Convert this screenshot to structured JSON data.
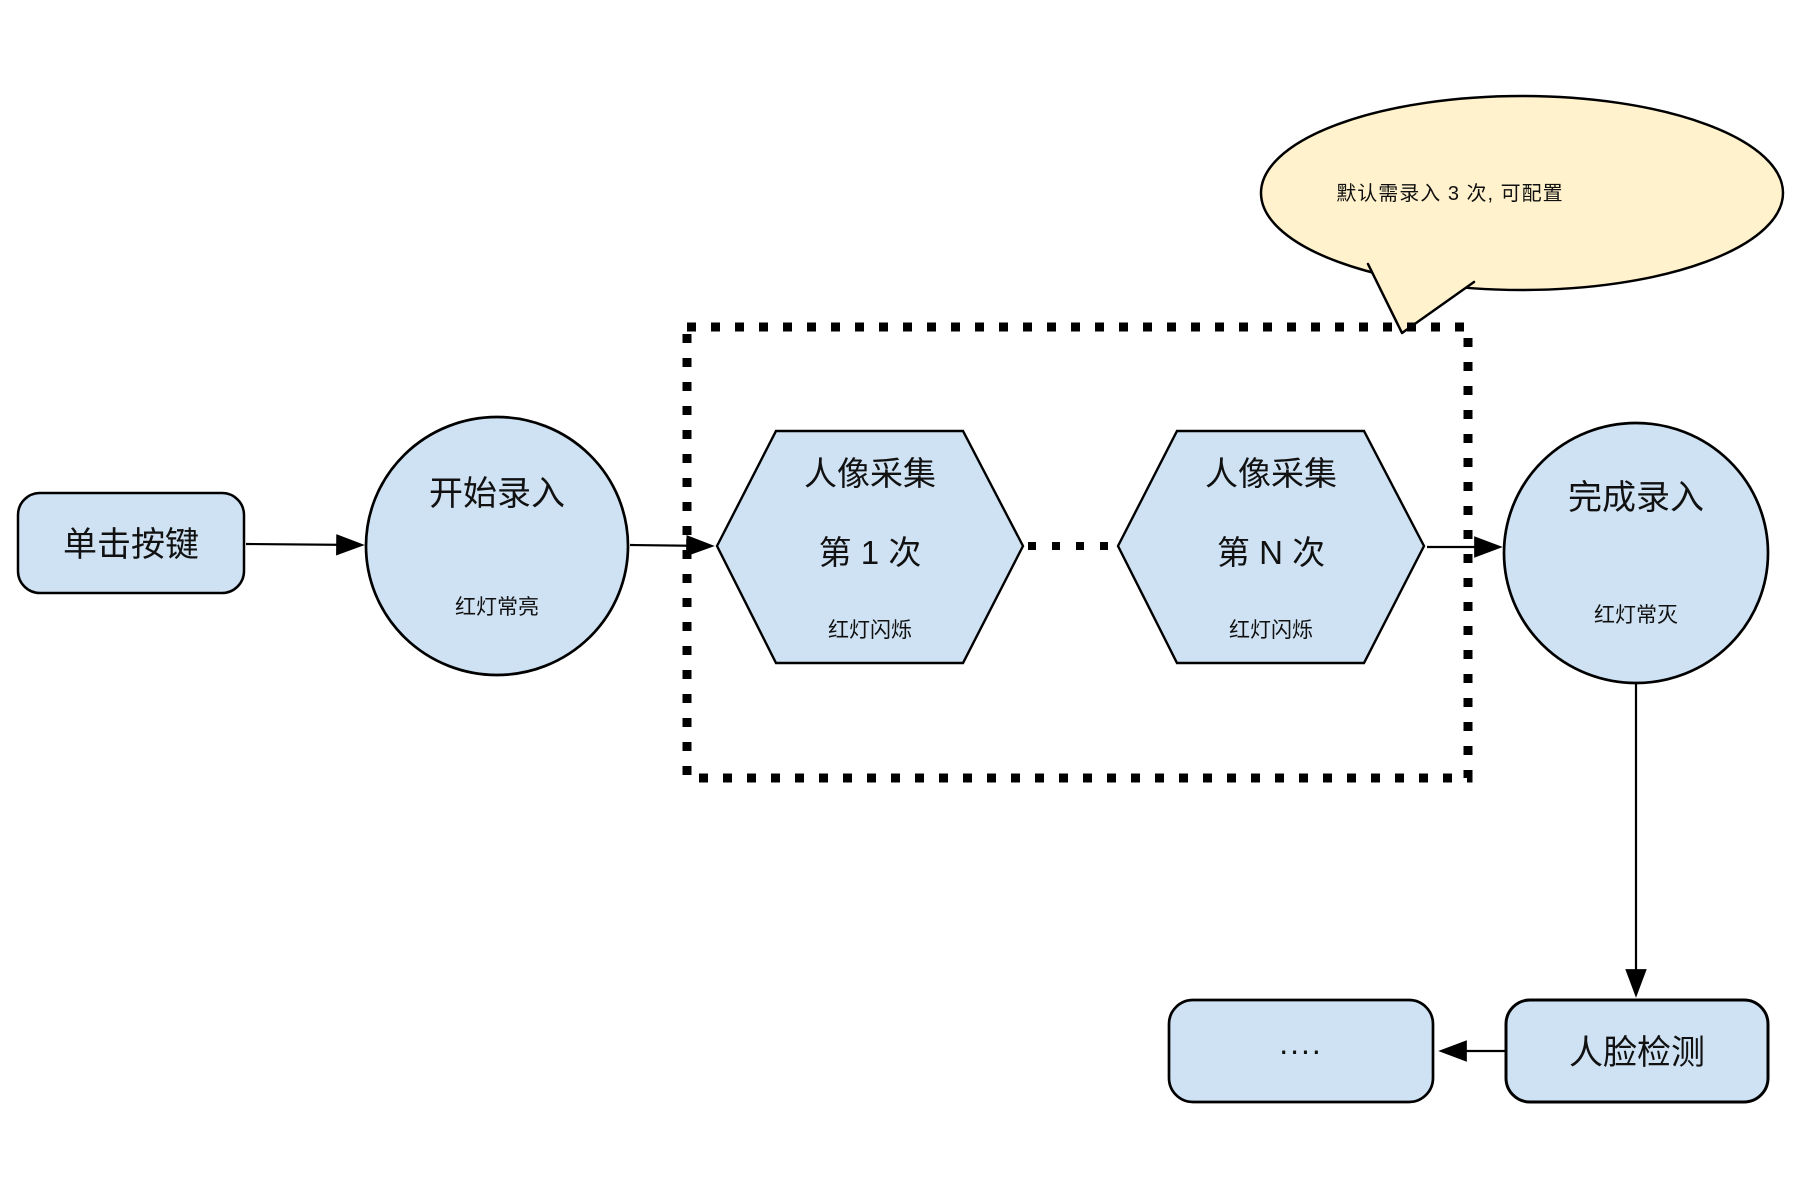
{
  "diagram": {
    "title_semantic": "face-enrollment-flowchart",
    "colors": {
      "background": "#ffffff",
      "node_fill": "#cfe2f3",
      "node_stroke": "#000000",
      "callout_fill": "#fff2cc",
      "arrow_color": "#000000",
      "text_color": "#111111"
    },
    "nodes": {
      "click_button": {
        "label": "单击按键"
      },
      "start_enroll": {
        "label": "开始录入",
        "sublabel": "红灯常亮"
      },
      "capture_first": {
        "label": "人像采集",
        "label2": "第 1 次",
        "sublabel": "红灯闪烁"
      },
      "capture_nth": {
        "label": "人像采集",
        "label2": "第 N 次",
        "sublabel": "红灯闪烁"
      },
      "finish_enroll": {
        "label": "完成录入",
        "sublabel": "红灯常灭"
      },
      "face_detect": {
        "label": "人脸检测"
      },
      "ellipsis_box": {
        "label": "...."
      }
    },
    "callout": {
      "text": "默认需录入 3 次, 可配置"
    }
  }
}
